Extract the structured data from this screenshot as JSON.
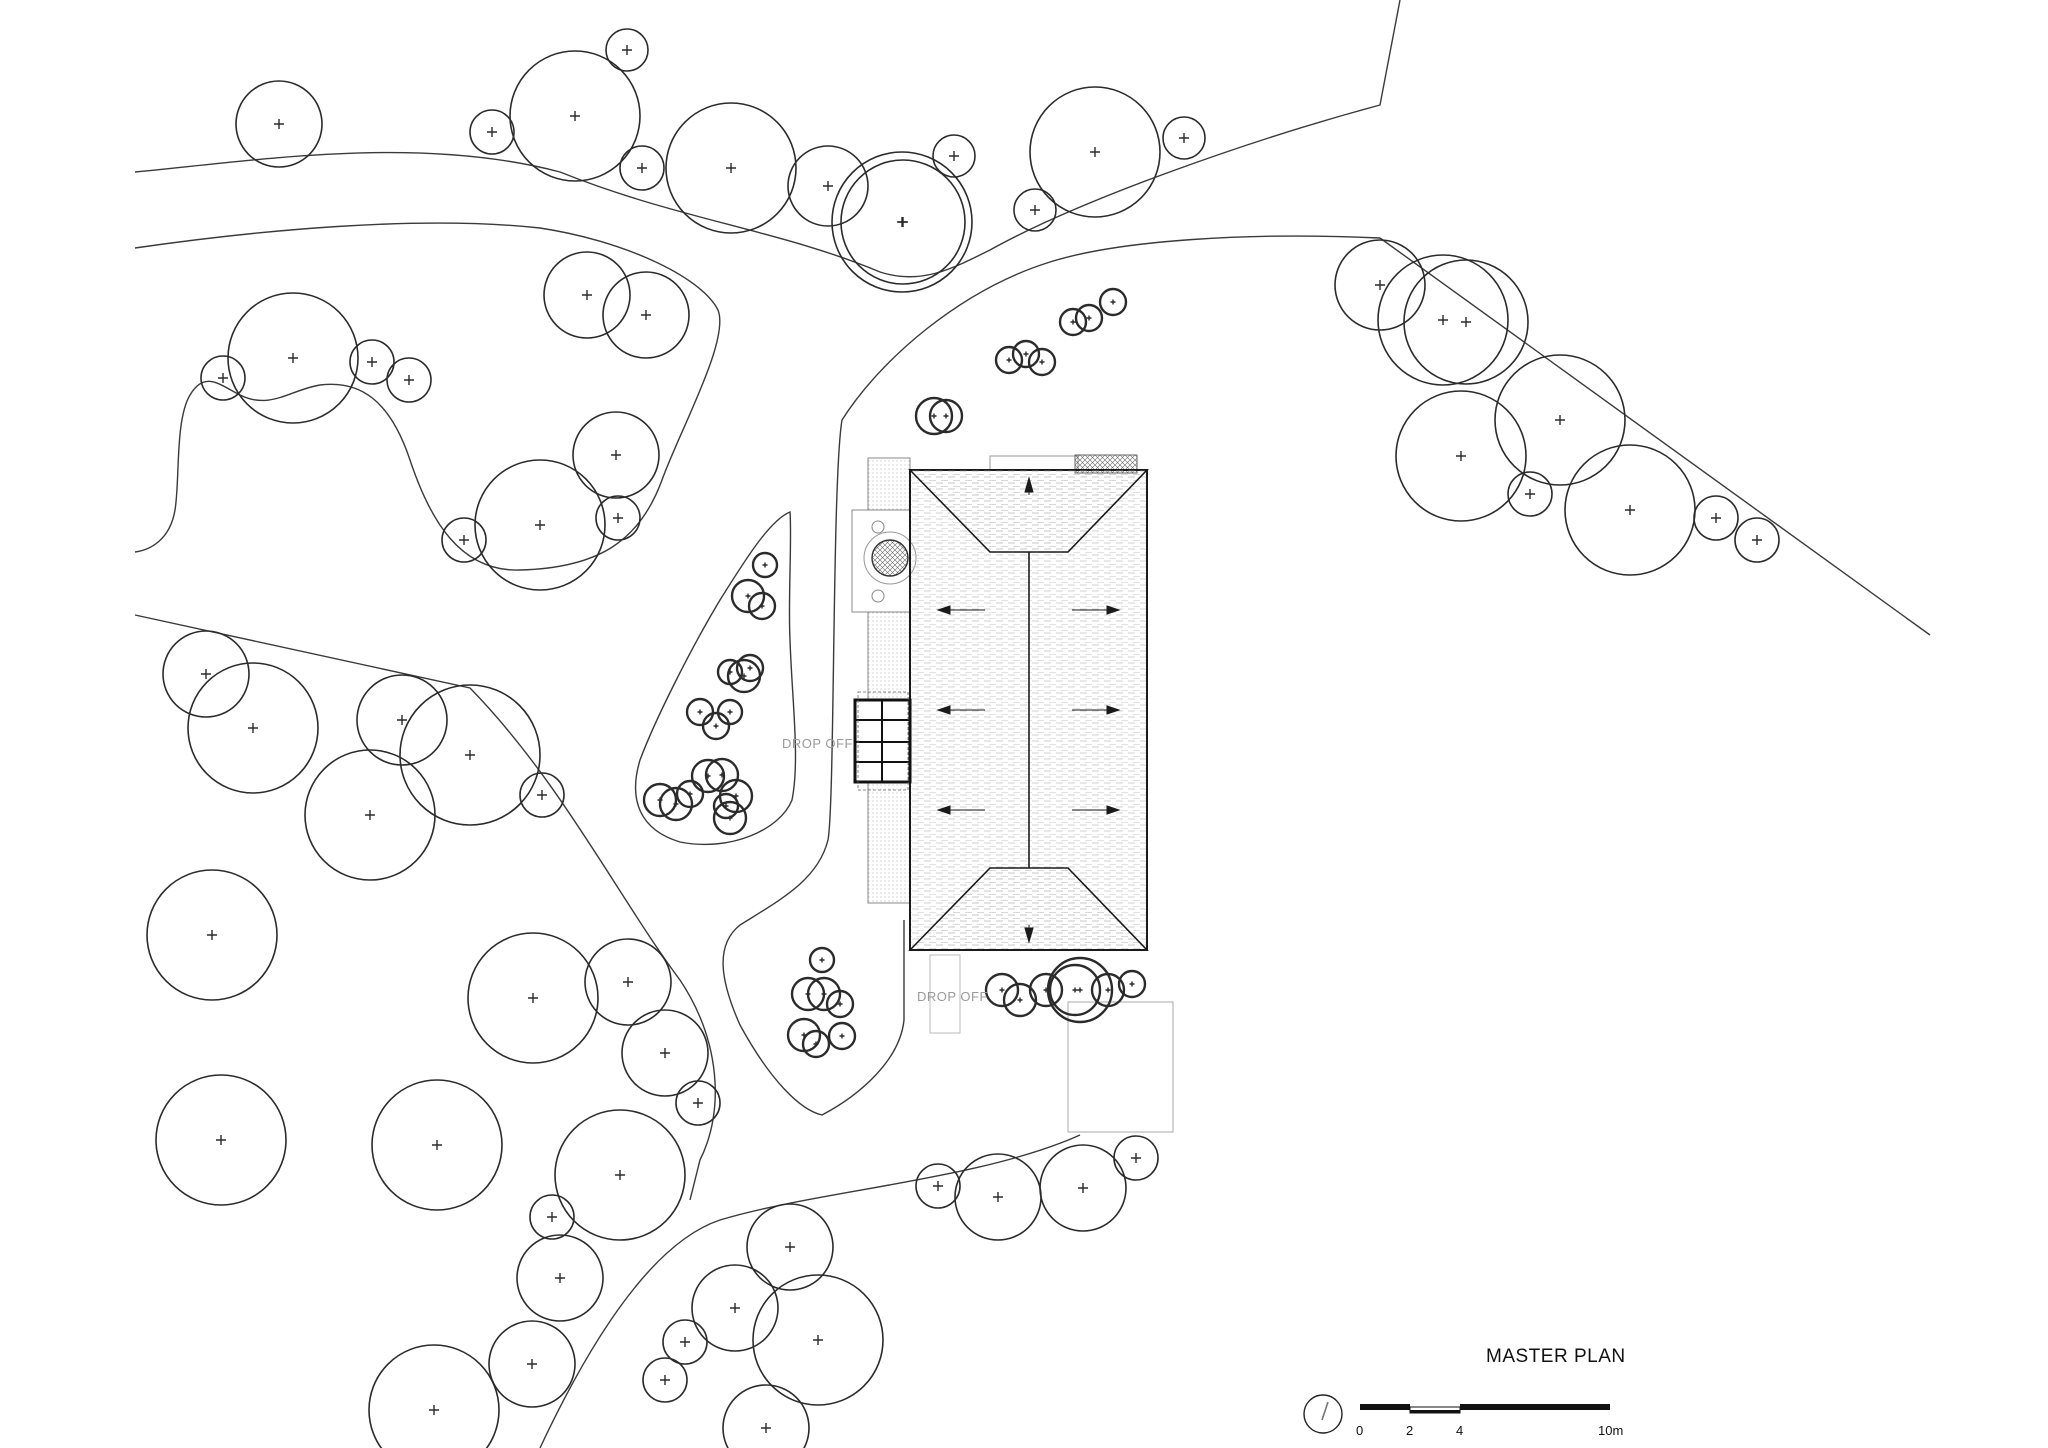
{
  "title": "MASTER PLAN",
  "labels": {
    "drop_off_1": "DROP OFF",
    "drop_off_2": "DROP OFF"
  },
  "scale_bar": {
    "ticks": [
      "0",
      "2",
      "4",
      "10m"
    ]
  },
  "colors": {
    "line": "#2b2b2b",
    "label_grey": "#9a9a9a",
    "roof_hatch": "#bdbdbd"
  },
  "icons": {
    "north": "north-arrow-icon"
  }
}
